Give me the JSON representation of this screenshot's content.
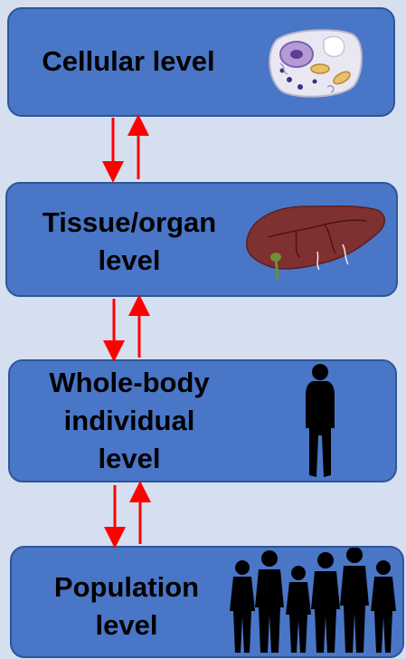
{
  "levels": [
    {
      "id": "cellular",
      "label": "Cellular level",
      "icon": "cell-icon"
    },
    {
      "id": "tissue",
      "label": "Tissue/organ\nlevel",
      "icon": "liver-icon"
    },
    {
      "id": "whole-body",
      "label": "Whole-body\nindividual\nlevel",
      "icon": "person-silhouette-icon"
    },
    {
      "id": "population",
      "label": "Population\nlevel",
      "icon": "crowd-silhouette-icon"
    }
  ],
  "colors": {
    "background": "#d5dff0",
    "box_fill": "#4a76c7",
    "box_border": "#2f5597",
    "arrow": "#ff0000",
    "text": "#000000"
  }
}
